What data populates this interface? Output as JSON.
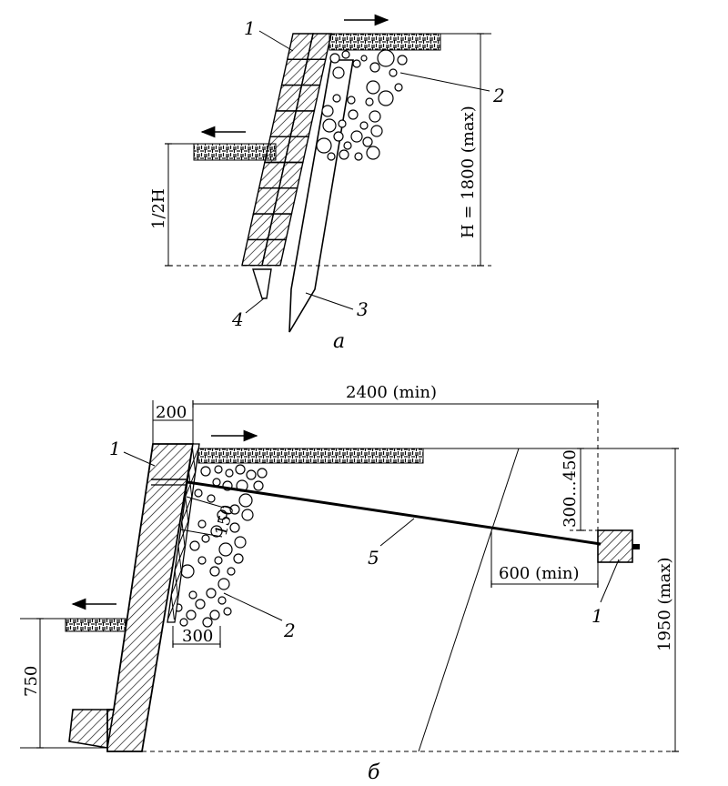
{
  "figure_a": {
    "caption": "а",
    "labels": {
      "l1": "1",
      "l2": "2",
      "l3": "3",
      "l4": "4"
    },
    "dims": {
      "height": "H = 1800  (max)",
      "half": "1/2H"
    }
  },
  "figure_b": {
    "caption": "б",
    "labels": {
      "l1": "1",
      "l1b": "1",
      "l2": "2",
      "l5": "5"
    },
    "dims": {
      "d200": "200",
      "d2400": "2400 (min)",
      "d300_450": "300...450",
      "d600": "600 (min)",
      "d150": "150",
      "d300": "300",
      "d750": "750",
      "d1950": "1950 (max)"
    }
  },
  "colors": {
    "ink": "#000000",
    "paper": "#ffffff"
  }
}
